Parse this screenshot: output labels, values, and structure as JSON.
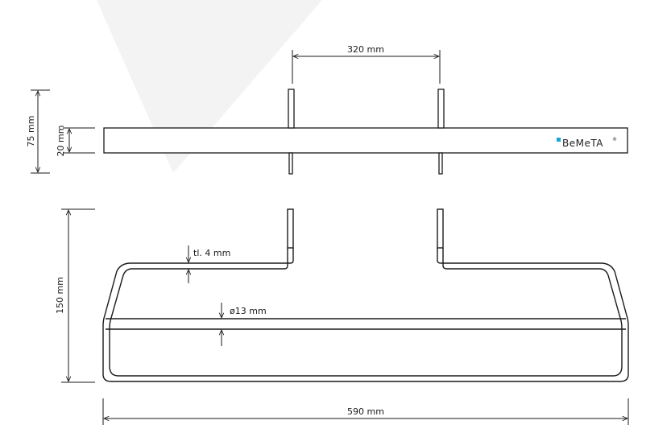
{
  "dimensions": {
    "bracket_spacing": "320 mm",
    "total_height": "75 mm",
    "shelf_thickness": "20 mm",
    "rail_height": "150 mm",
    "wall_thickness": "tl. 4 mm",
    "tube_diameter": "ø13 mm",
    "total_width": "590 mm"
  },
  "brand": {
    "name": "BeMeTA",
    "registered_mark": "®"
  },
  "colors": {
    "line": "#1a1a1a",
    "brand_accent": "#1aa3d9",
    "background_shape": "#f3f3f3"
  }
}
